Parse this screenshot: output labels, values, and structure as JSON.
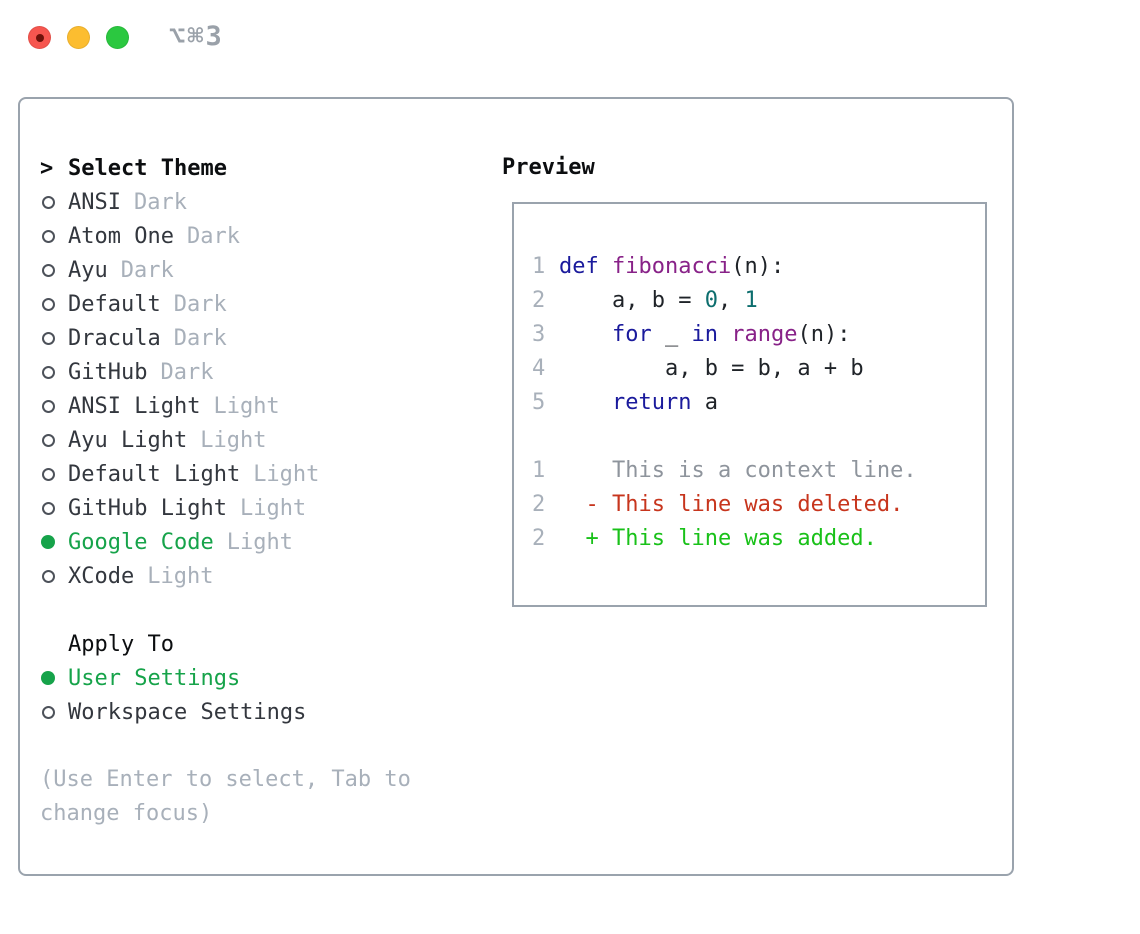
{
  "titlebar": {
    "title": "⌥⌘3",
    "buttons": [
      "close",
      "minimize",
      "zoom"
    ]
  },
  "theme_picker": {
    "header": {
      "prompt": ">",
      "label": "Select Theme"
    },
    "items": [
      {
        "name": "ANSI",
        "variant": "Dark",
        "selected": false
      },
      {
        "name": "Atom One",
        "variant": "Dark",
        "selected": false
      },
      {
        "name": "Ayu",
        "variant": "Dark",
        "selected": false
      },
      {
        "name": "Default",
        "variant": "Dark",
        "selected": false
      },
      {
        "name": "Dracula",
        "variant": "Dark",
        "selected": false
      },
      {
        "name": "GitHub",
        "variant": "Dark",
        "selected": false
      },
      {
        "name": "ANSI Light",
        "variant": "Light",
        "selected": false
      },
      {
        "name": "Ayu Light",
        "variant": "Light",
        "selected": false
      },
      {
        "name": "Default Light",
        "variant": "Light",
        "selected": false
      },
      {
        "name": "GitHub Light",
        "variant": "Light",
        "selected": false
      },
      {
        "name": "Google Code",
        "variant": "Light",
        "selected": true
      },
      {
        "name": "XCode",
        "variant": "Light",
        "selected": false
      }
    ],
    "apply_to": {
      "label": "Apply To",
      "options": [
        {
          "label": "User Settings",
          "selected": true
        },
        {
          "label": "Workspace Settings",
          "selected": false
        }
      ]
    },
    "hint": "(Use Enter to select, Tab to change focus)"
  },
  "preview": {
    "label": "Preview",
    "lines": [
      {
        "num": "1",
        "segments": [
          {
            "text": "def",
            "style": "kw"
          },
          {
            "text": " ",
            "style": "plain"
          },
          {
            "text": "fibonacci",
            "style": "fn"
          },
          {
            "text": "(n):",
            "style": "plain"
          }
        ]
      },
      {
        "num": "2",
        "segments": [
          {
            "text": "    a, b = ",
            "style": "plain"
          },
          {
            "text": "0",
            "style": "lit"
          },
          {
            "text": ", ",
            "style": "plain"
          },
          {
            "text": "1",
            "style": "lit"
          }
        ]
      },
      {
        "num": "3",
        "segments": [
          {
            "text": "    ",
            "style": "plain"
          },
          {
            "text": "for",
            "style": "kw"
          },
          {
            "text": " _ ",
            "style": "plain"
          },
          {
            "text": "in",
            "style": "kw"
          },
          {
            "text": " ",
            "style": "plain"
          },
          {
            "text": "range",
            "style": "fn"
          },
          {
            "text": "(n):",
            "style": "plain"
          }
        ]
      },
      {
        "num": "4",
        "segments": [
          {
            "text": "        a, b = b, a + b",
            "style": "plain"
          }
        ]
      },
      {
        "num": "5",
        "segments": [
          {
            "text": "    ",
            "style": "plain"
          },
          {
            "text": "return",
            "style": "kw"
          },
          {
            "text": " a",
            "style": "plain"
          }
        ]
      },
      {
        "num": "",
        "segments": []
      },
      {
        "num": "1",
        "segments": [
          {
            "text": "    This is a context line.",
            "style": "ctx"
          }
        ]
      },
      {
        "num": "2",
        "segments": [
          {
            "text": "  - This line was deleted.",
            "style": "del"
          }
        ]
      },
      {
        "num": "2",
        "segments": [
          {
            "text": "  + This line was added.",
            "style": "add"
          }
        ]
      }
    ]
  },
  "colors": {
    "accent_green": "#16a34a",
    "added_green": "#19c119",
    "deleted_red": "#c7351d",
    "keyword_blue": "#1a1a9c",
    "function_purple": "#882288",
    "literal_teal": "#0d6e6e",
    "muted_gray": "#a8b0ba",
    "border_gray": "#9aa3ad",
    "traffic_red": "#f6564f",
    "traffic_yellow": "#fcbd30",
    "traffic_green": "#2bc840"
  }
}
